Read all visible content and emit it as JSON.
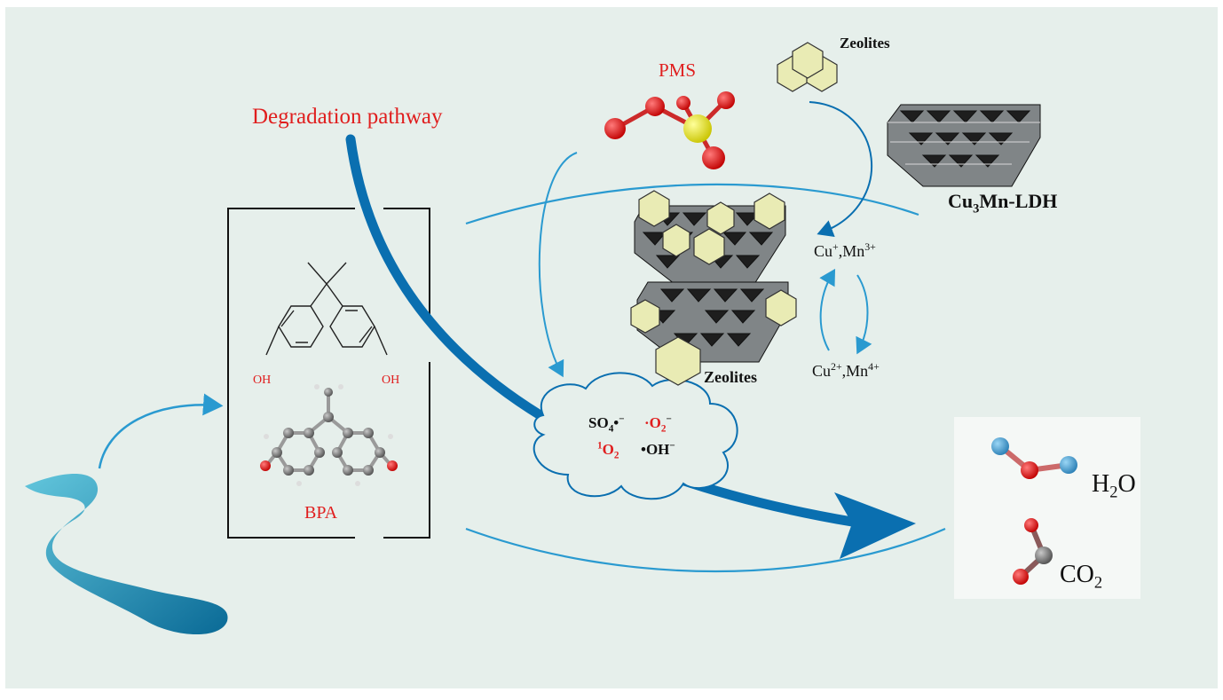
{
  "labels": {
    "degradation_pathway": "Degradation pathway",
    "pms": "PMS",
    "zeolites_top": "Zeolites",
    "zeolites_mid": "Zeolites",
    "ldh_main": "Cu",
    "ldh_sub": "3",
    "ldh_rest": "Mn-LDH",
    "bpa": "BPA",
    "oh_left": "OH",
    "oh_right": "OH",
    "redox_top_cu": "Cu",
    "redox_top_cu_sup": "+",
    "redox_top_mn": ",Mn",
    "redox_top_mn_sup": "3+",
    "redox_bottom_cu": "Cu",
    "redox_bottom_cu_sup": "2+",
    "redox_bottom_mn": ",Mn",
    "redox_bottom_mn_sup": "4+",
    "h2o_h": "H",
    "h2o_sub": "2",
    "h2o_o": "O",
    "co2_co": "CO",
    "co2_sub": "2"
  },
  "radicals": {
    "so4": "SO",
    "so4_sub": "4",
    "so4_dot": "•",
    "so4_charge": "−",
    "o2_dot": "·O",
    "o2_sub": "2",
    "o2_charge": "−",
    "singlet_sup": "1",
    "singlet": "O",
    "singlet_sub": "2",
    "oh": "•OH",
    "oh_charge": "−"
  },
  "colors": {
    "background": "#e6efeb",
    "accent_red": "#e01e1e",
    "arrow_blue": "#0a6fb0",
    "arc_light_blue": "#2a9ad0",
    "zeolite_fill": "#e9ebb4",
    "ldh_fill": "#808587"
  }
}
